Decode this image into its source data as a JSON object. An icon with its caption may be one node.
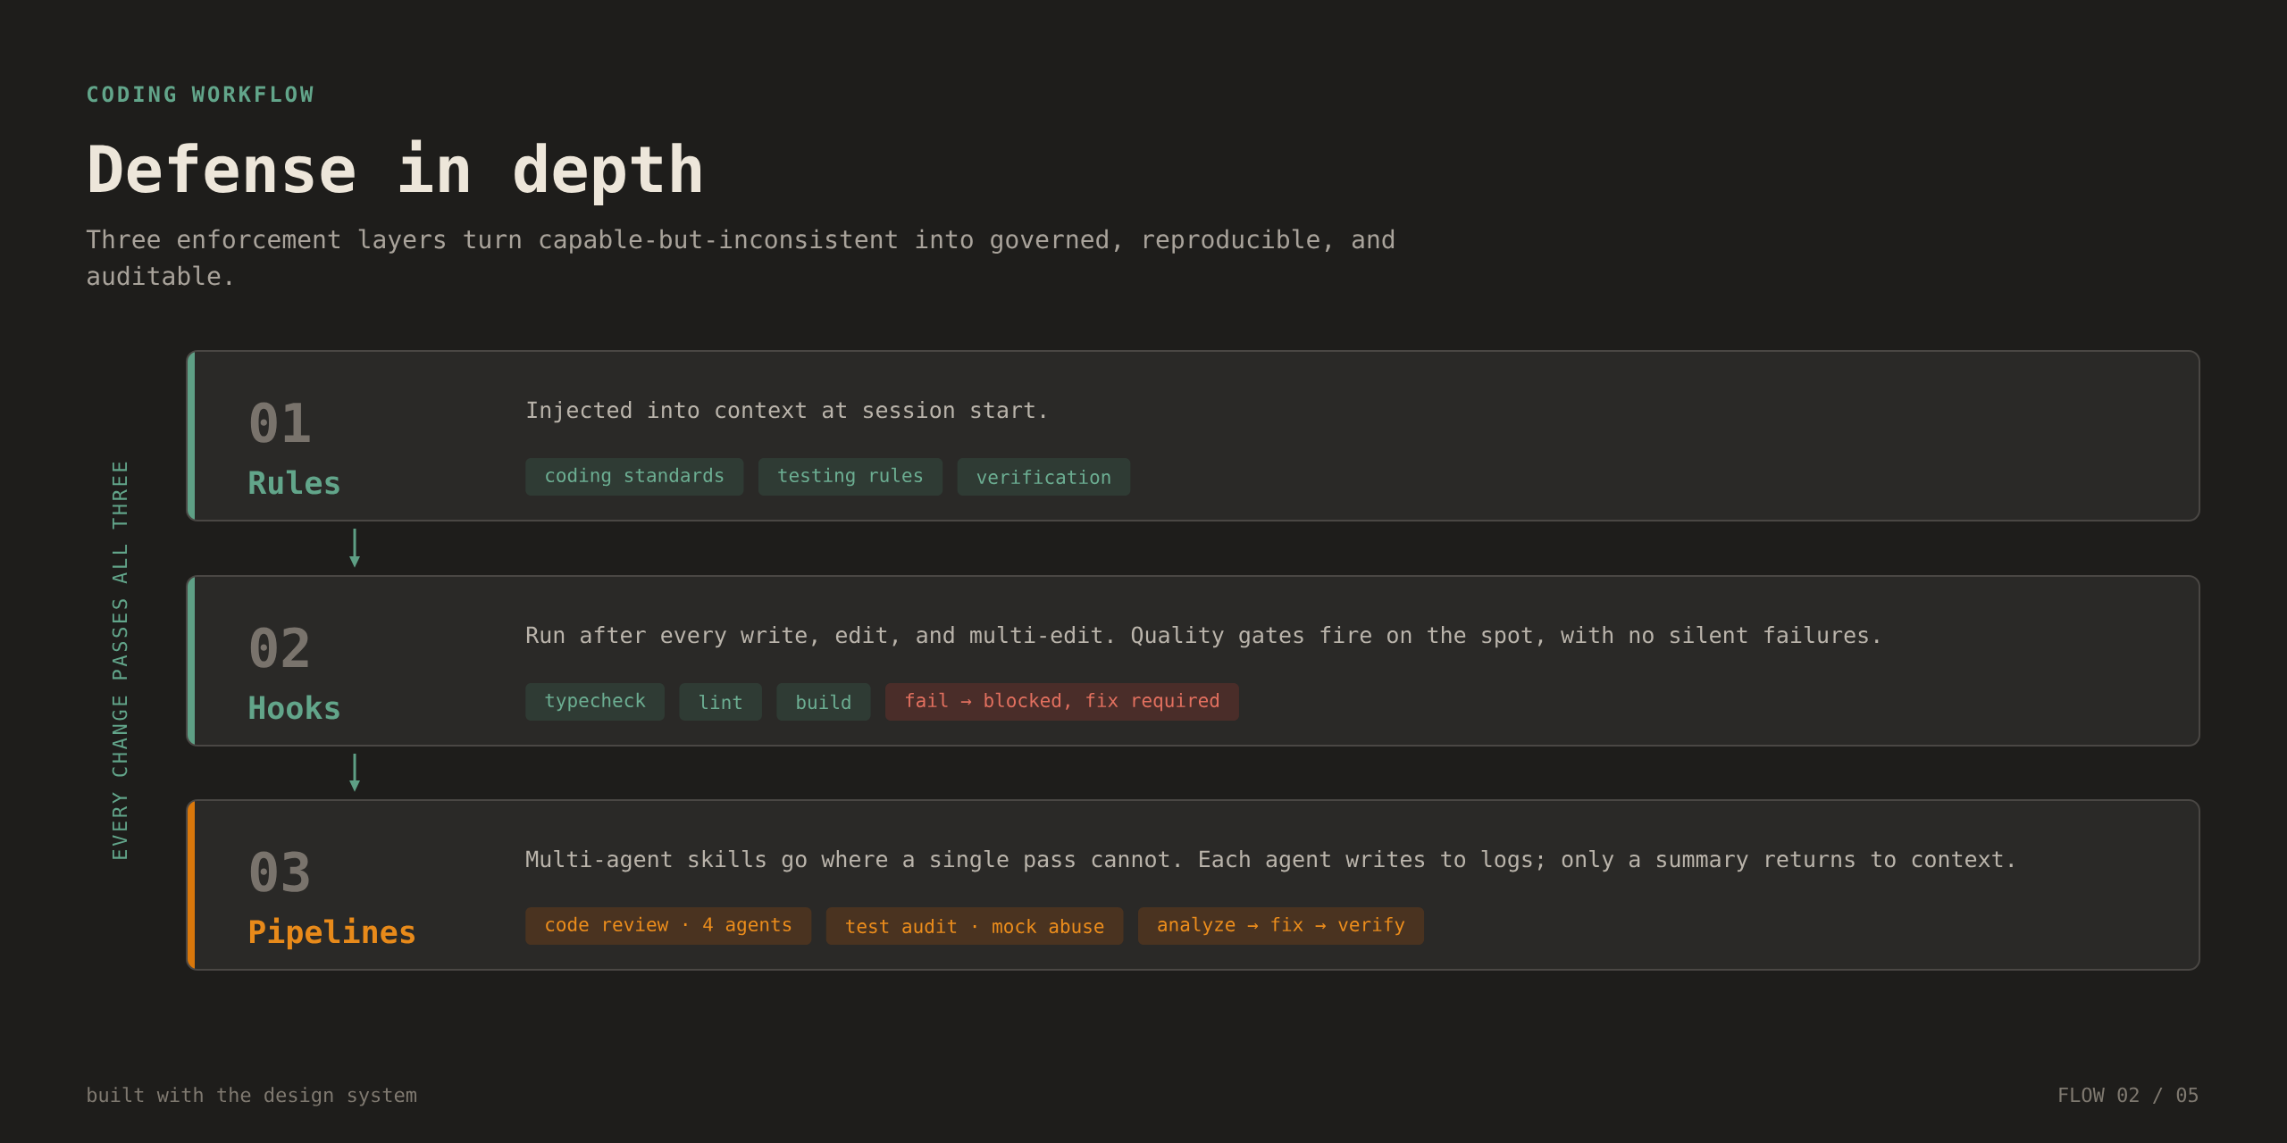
{
  "diagram": {
    "title": "Defense in depth",
    "nodes": [
      {
        "text": [
          "01",
          "Rules",
          "Injected into context at session start."
        ]
      },
      {
        "text": [
          "coding standards"
        ],
        "in": 0
      },
      {
        "text": [
          "testing rules"
        ],
        "in": 0
      },
      {
        "text": [
          "verification"
        ],
        "in": 0
      },
      {
        "text": [
          "02",
          "Hooks",
          "Run after every write, edit, and multi-edit. Quality gates fire on the spot, with no silent failures."
        ]
      },
      {
        "text": [
          "typecheck"
        ],
        "in": 4
      },
      {
        "text": [
          "lint"
        ],
        "in": 4
      },
      {
        "text": [
          "build"
        ],
        "in": 4
      },
      {
        "text": [
          "fail → blocked, fix required"
        ],
        "in": 4
      },
      {
        "text": [
          "03",
          "Pipelines",
          "Multi-agent skills go where a single pass cannot. Each agent writes to logs; only a summary returns to context."
        ]
      },
      {
        "text": [
          "code review · 4 agents"
        ],
        "in": 9
      },
      {
        "text": [
          "test audit · mock abuse"
        ],
        "in": 9
      },
      {
        "text": [
          "analyze → fix → verify"
        ],
        "in": 9
      }
    ],
    "edges": [
      {
        "from": 0,
        "to": 4,
        "arrow": "to"
      },
      {
        "from": 4,
        "to": 9,
        "arrow": "to"
      }
    ],
    "labels": [
      "CODING WORKFLOW",
      "Three enforcement layers turn capable-but-inconsistent into governed, reproducible, and auditable.",
      "EVERY CHANGE PASSES ALL THREE",
      "built with the design system",
      "FLOW 02 / 05"
    ]
  }
}
